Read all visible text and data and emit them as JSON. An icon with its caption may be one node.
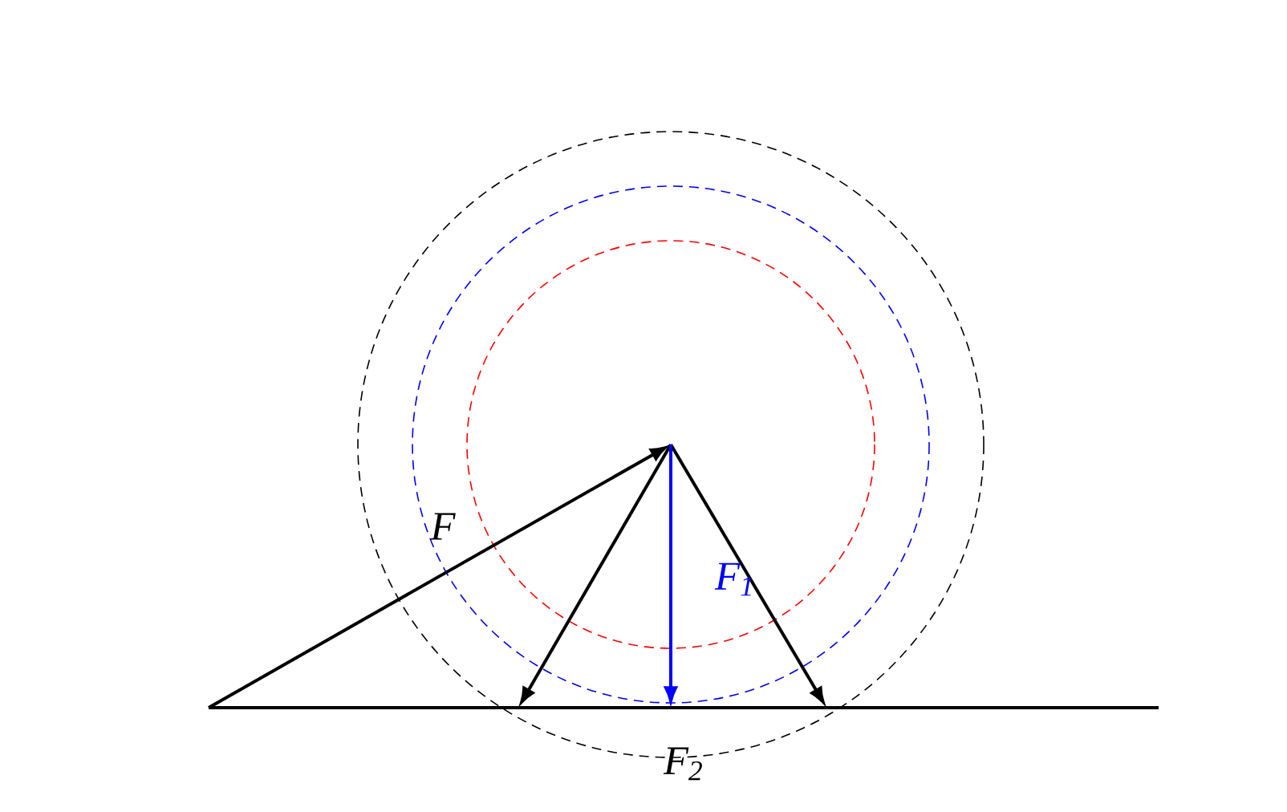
{
  "diagram": {
    "labels": [
      "F",
      "F$_{1}$",
      "F$_{2}$"
    ]
  }
}
